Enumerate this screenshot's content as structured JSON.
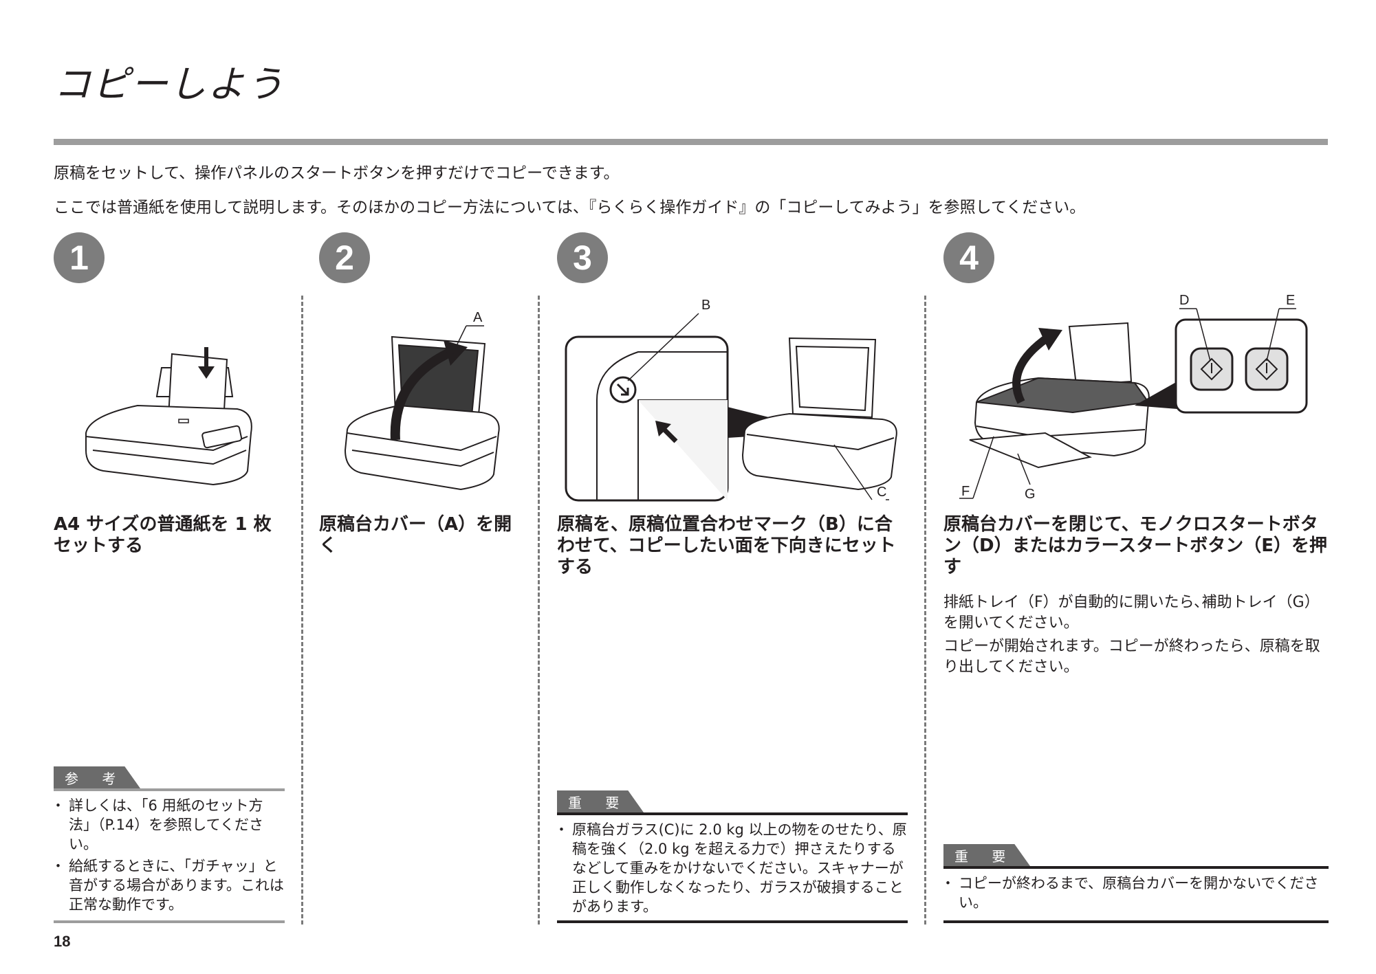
{
  "title": "コピーしよう",
  "intro": {
    "line1": "原稿をセットして、操作パネルのスタートボタンを押すだけでコピーできます。",
    "line2": "ここでは普通紙を使用して説明します。そのほかのコピー方法については、『らくらく操作ガイド』の「コピーしてみよう」を参照してください。"
  },
  "steps": [
    {
      "number": "1",
      "heading": "A4 サイズの普通紙を 1 枚セットする",
      "note_label": "参 考",
      "notes": [
        "詳しくは、「6 用紙のセット方法」（P.14）を参照してください。",
        "給紙するときに、「ガチャッ」と音がする場合があります。これは正常な動作です。"
      ]
    },
    {
      "number": "2",
      "heading": "原稿台カバー（A）を開く",
      "callouts": [
        "A"
      ]
    },
    {
      "number": "3",
      "heading": "原稿を、原稿位置合わせマーク（B）に合わせて、コピーしたい面を下向きにセットする",
      "callouts": [
        "B",
        "C"
      ],
      "note_label": "重 要",
      "notes": [
        "原稿台ガラス(C)に 2.0 kg 以上の物をのせたり、原稿を強く（2.0 kg を超える力で）押さえたりするなどして重みをかけないでください。スキャナーが正しく動作しなくなったり、ガラスが破損することがあります。"
      ]
    },
    {
      "number": "4",
      "heading": "原稿台カバーを閉じて、モノクロスタートボタン（D）またはカラースタートボタン（E）を押す",
      "callouts": [
        "D",
        "E",
        "F",
        "G"
      ],
      "body1": "排紙トレイ（F）が自動的に開いたら､補助トレイ（G）を開いてください。",
      "body2": "コピーが開始されます。コピーが終わったら、原稿を取り出してください。",
      "note_label": "重 要",
      "notes": [
        "コピーが終わるまで、原稿台カバーを開かないでください。"
      ]
    }
  ],
  "page_number": "18"
}
